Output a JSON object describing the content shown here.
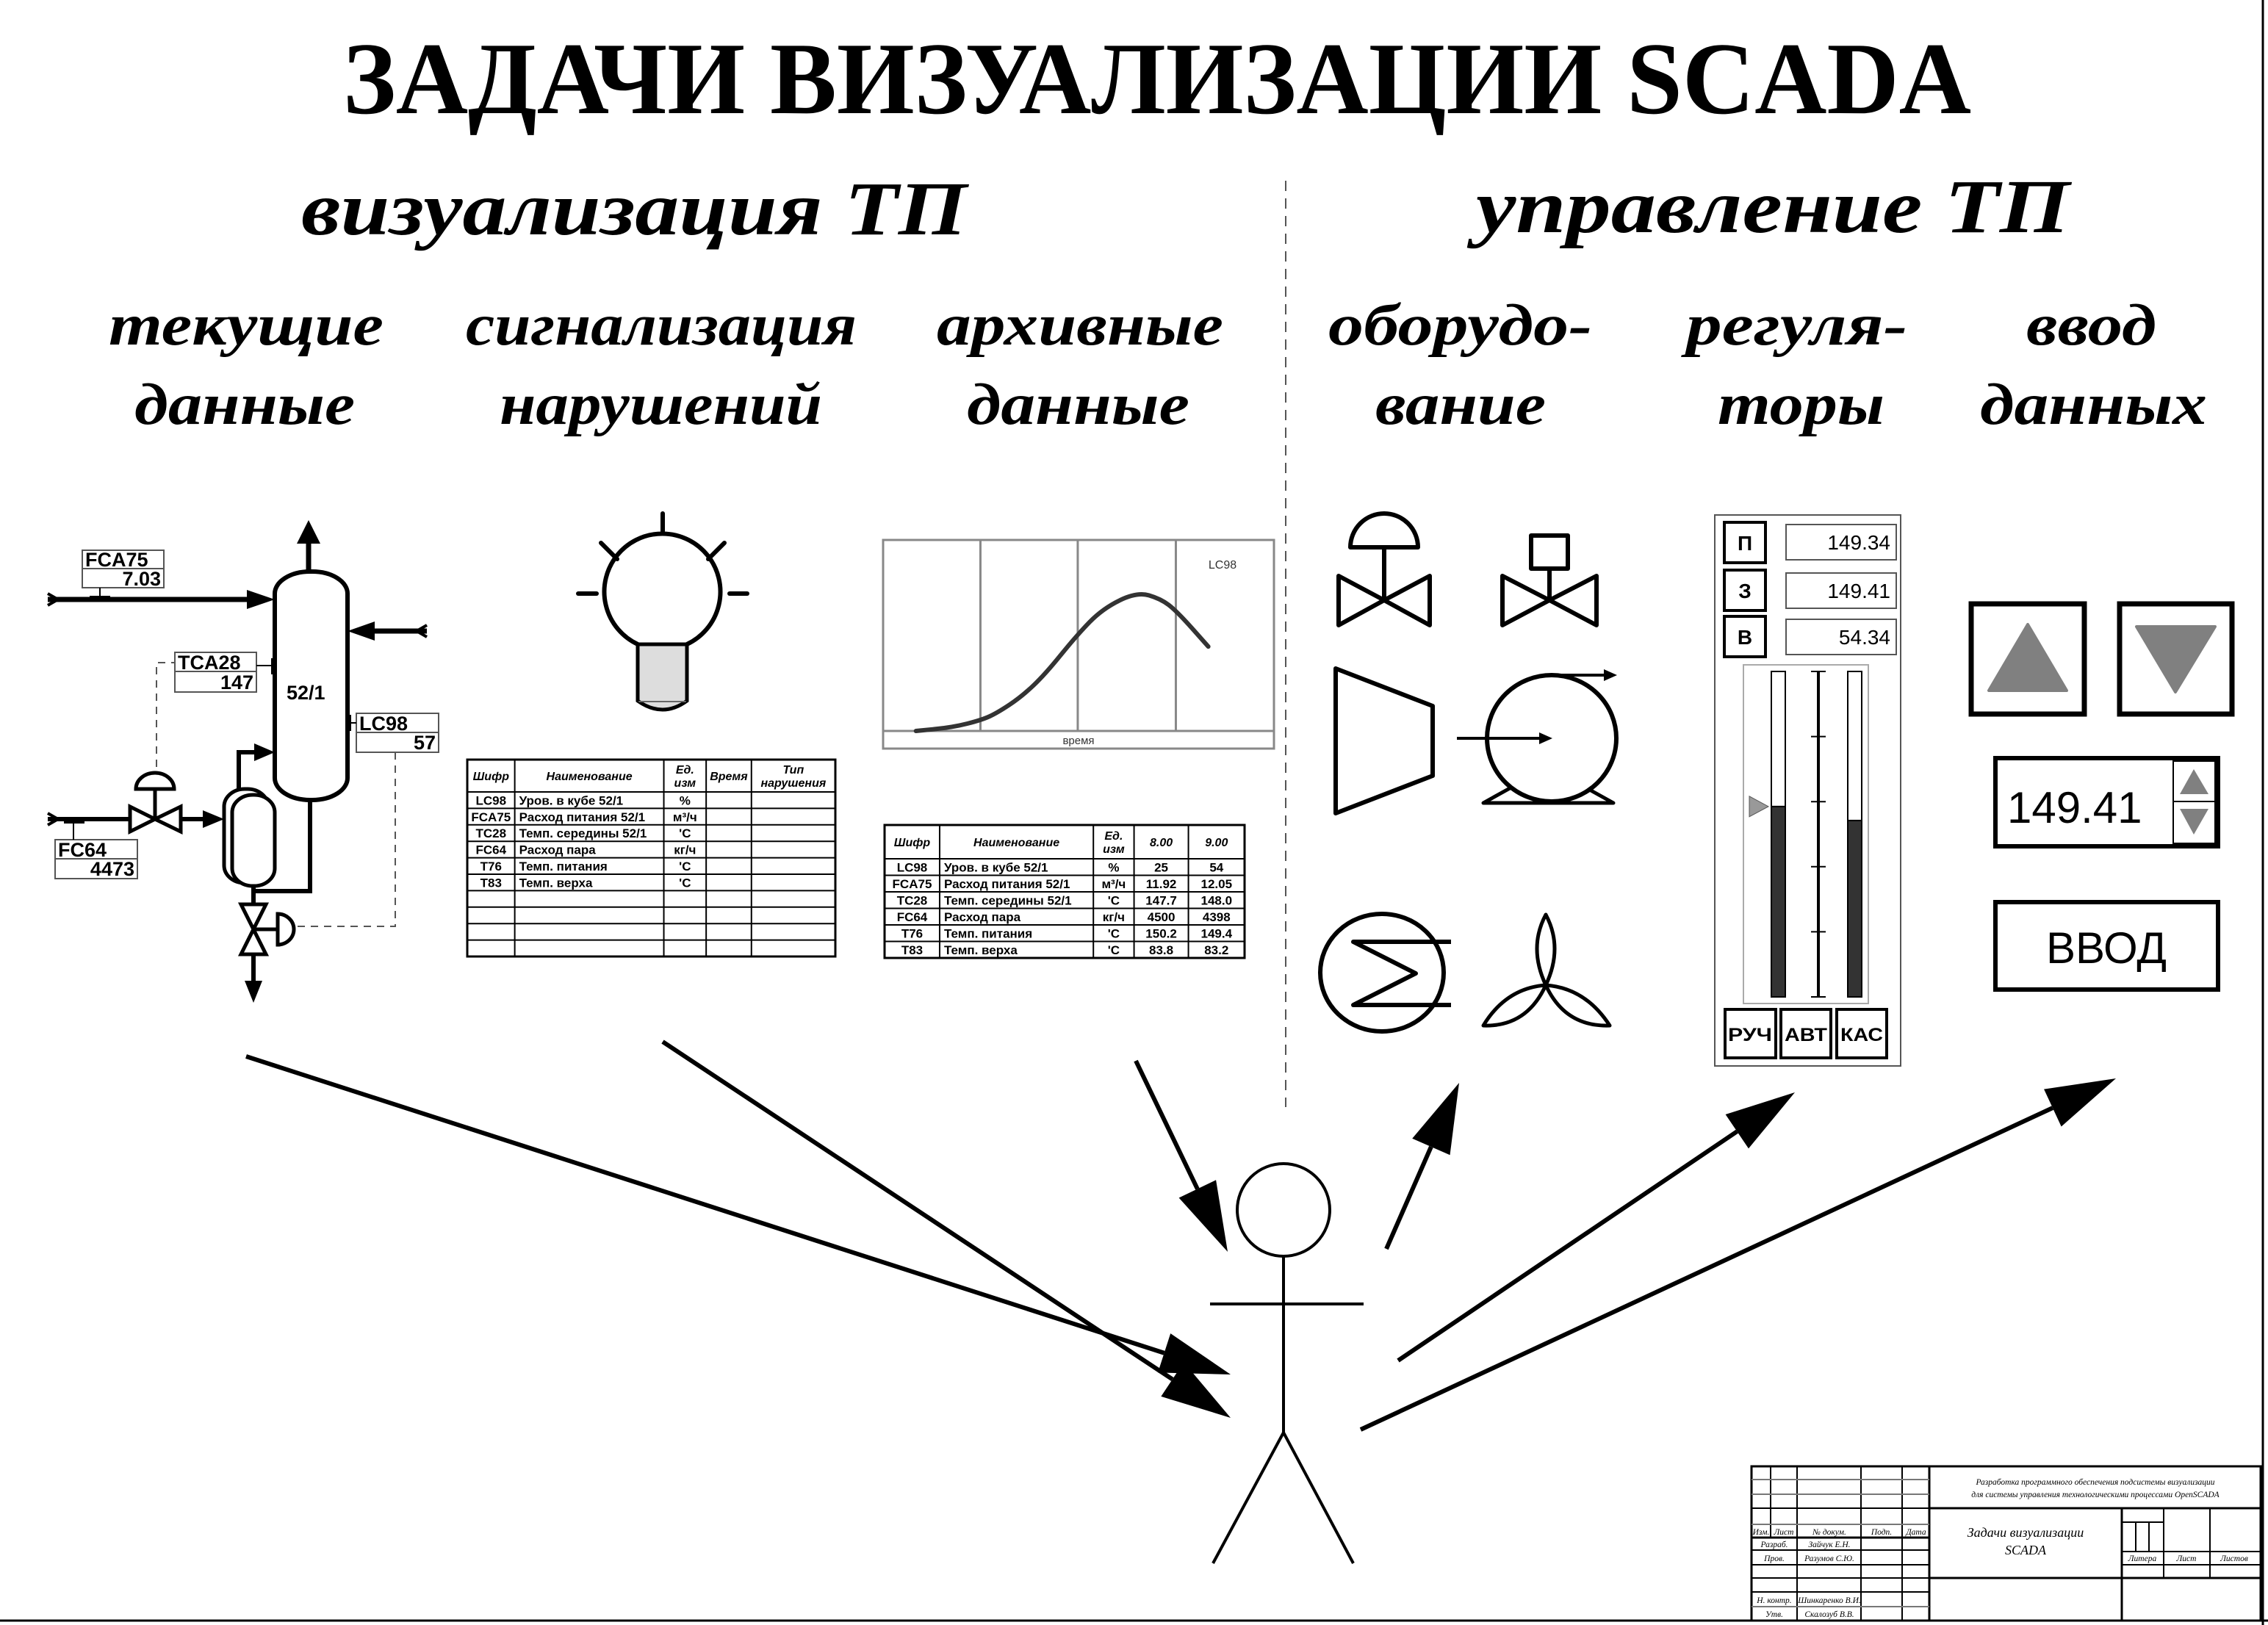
{
  "title": "ЗАДАЧИ ВИЗУАЛИЗАЦИИ SCADA",
  "sections": {
    "visualization": {
      "heading": "визуализация ТП",
      "columns": [
        {
          "line1": "текущие",
          "line2": "данные"
        },
        {
          "line1": "сигнализация",
          "line2": "нарушений"
        },
        {
          "line1": "архивные",
          "line2": "данные"
        }
      ]
    },
    "control": {
      "heading": "управление ТП",
      "columns": [
        {
          "line1": "оборудо-",
          "line2": "вание"
        },
        {
          "line1": "регуля-",
          "line2": "торы"
        },
        {
          "line1": "ввод",
          "line2": "данных"
        }
      ]
    }
  },
  "mnemonic": {
    "column_label": "52/1",
    "tags": [
      {
        "name": "FCA75",
        "value": "7.03"
      },
      {
        "name": "TCA28",
        "value": "147"
      },
      {
        "name": "LC98",
        "value": "57"
      },
      {
        "name": "FC64",
        "value": "4473"
      }
    ]
  },
  "alarm_table": {
    "headers": [
      "Шифр",
      "Наименование",
      "Ед. изм",
      "Время",
      "Тип нарушения"
    ],
    "rows": [
      [
        "LC98",
        "Уров. в кубе 52/1",
        "%",
        "",
        ""
      ],
      [
        "FCA75",
        "Расход питания 52/1",
        "м³/ч",
        "",
        ""
      ],
      [
        "TC28",
        "Темп. середины 52/1",
        "'С",
        "",
        ""
      ],
      [
        "FC64",
        "Расход пара",
        "кг/ч",
        "",
        ""
      ],
      [
        "T76",
        "Темп. питания",
        "'С",
        "",
        ""
      ],
      [
        "T83",
        "Темп. верха",
        "'С",
        "",
        ""
      ],
      [
        "",
        "",
        "",
        "",
        ""
      ],
      [
        "",
        "",
        "",
        "",
        ""
      ],
      [
        "",
        "",
        "",
        "",
        ""
      ],
      [
        "",
        "",
        "",
        "",
        ""
      ]
    ]
  },
  "archive_table": {
    "headers": [
      "Шифр",
      "Наименование",
      "Ед. изм",
      "8.00",
      "9.00"
    ],
    "rows": [
      [
        "LC98",
        "Уров. в кубе 52/1",
        "%",
        "25",
        "54"
      ],
      [
        "FCA75",
        "Расход питания 52/1",
        "м³/ч",
        "11.92",
        "12.05"
      ],
      [
        "TC28",
        "Темп. середины 52/1",
        "'С",
        "147.7",
        "148.0"
      ],
      [
        "FC64",
        "Расход пара",
        "кг/ч",
        "4500",
        "4398"
      ],
      [
        "T76",
        "Темп. питания",
        "'С",
        "150.2",
        "149.4"
      ],
      [
        "T83",
        "Темп. верха",
        "'С",
        "83.8",
        "83.2"
      ]
    ]
  },
  "chart_data": {
    "type": "line",
    "title": "",
    "xlabel": "время",
    "ylabel": "",
    "legend": "LC98",
    "legend_position": "top-right",
    "xlim": [
      0,
      100
    ],
    "ylim": [
      0,
      100
    ],
    "grid": "vertical",
    "series": [
      {
        "name": "LC98",
        "x": [
          8.4,
          17.8,
          25.3,
          29.3,
          35.4,
          41.4,
          49.5,
          56.2,
          65.0,
          71.0,
          75.1,
          83.2
        ],
        "y": [
          0,
          1.9,
          5.8,
          9.6,
          17.9,
          29.5,
          50,
          64.1,
          72.8,
          69.2,
          62.8,
          44.2
        ]
      }
    ]
  },
  "regulator": {
    "rows": [
      {
        "label": "П",
        "value": "149.34"
      },
      {
        "label": "З",
        "value": "149.41"
      },
      {
        "label": "В",
        "value": "54.34"
      }
    ],
    "bar_left_fraction": 0.585,
    "bar_right_fraction": 0.542,
    "setpoint_marker_fraction": 0.585,
    "modes": [
      "РУЧ",
      "АВТ",
      "КАС"
    ]
  },
  "data_entry": {
    "spin_value": "149.41",
    "enter_label": "ВВОД",
    "accent_gray": "#808080"
  },
  "title_block": {
    "project": [
      "Разработка программного обеспечения подсистемы визуализации",
      "для системы управления технологическими процессами OpenSCADA"
    ],
    "doc_title": [
      "Задачи визуализации",
      "SCADA"
    ],
    "headers": [
      "Изм.",
      "Лист",
      "№ докум.",
      "Подп.",
      "Дата"
    ],
    "roles": [
      {
        "role": "Разраб.",
        "name": "Зайчук Е.Н."
      },
      {
        "role": "Пров.",
        "name": "Разумов С.Ю."
      },
      {
        "role": "Н. контр.",
        "name": "Шинкаренко В.И."
      },
      {
        "role": "Утв.",
        "name": "Скалозуб В.В."
      }
    ],
    "sheet_headers": [
      "Литера",
      "Лист",
      "Листов"
    ]
  }
}
